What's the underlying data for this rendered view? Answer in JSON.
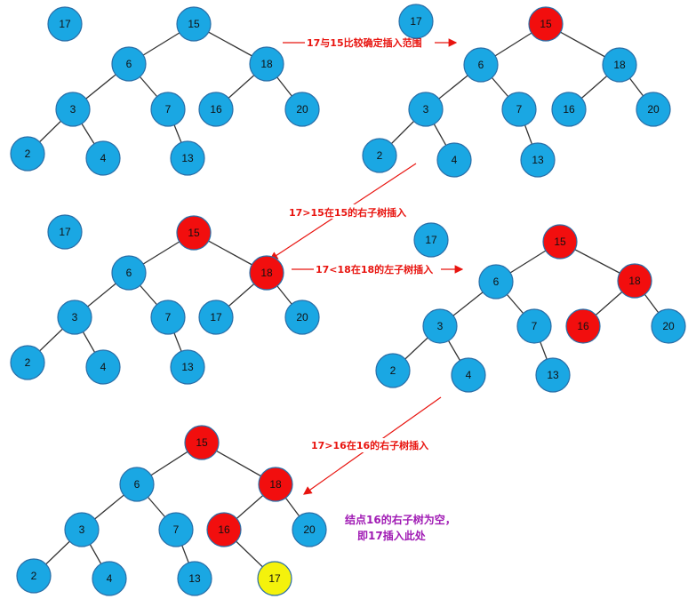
{
  "colors": {
    "node_default": "#1aa7e3",
    "node_visited": "#f20e0e",
    "node_inserted": "#f4f20c",
    "edge": "#333333",
    "caption": "#e8140f",
    "note": "#a01bb4"
  },
  "steps": [
    {
      "id": "step-1",
      "pending": "17",
      "nodes": [
        "15",
        "6",
        "18",
        "3",
        "7",
        "16",
        "20",
        "2",
        "4",
        "13"
      ],
      "visited": [],
      "inserted": []
    },
    {
      "id": "step-2",
      "pending": "17",
      "nodes": [
        "15",
        "6",
        "18",
        "3",
        "7",
        "16",
        "20",
        "2",
        "4",
        "13"
      ],
      "visited": [
        "15"
      ],
      "inserted": []
    },
    {
      "id": "step-3",
      "pending": "17",
      "nodes": [
        "15",
        "6",
        "18",
        "3",
        "7",
        "17",
        "20",
        "2",
        "4",
        "13"
      ],
      "visited": [
        "15",
        "18"
      ],
      "inserted": []
    },
    {
      "id": "step-4",
      "pending": "17",
      "nodes": [
        "15",
        "6",
        "18",
        "3",
        "7",
        "16",
        "20",
        "2",
        "4",
        "13"
      ],
      "visited": [
        "15",
        "18",
        "16"
      ],
      "inserted": []
    },
    {
      "id": "step-5",
      "pending": "",
      "nodes": [
        "15",
        "6",
        "18",
        "3",
        "7",
        "16",
        "20",
        "2",
        "4",
        "13",
        "17"
      ],
      "visited": [
        "15",
        "18",
        "16"
      ],
      "inserted": [
        "17"
      ]
    }
  ],
  "captions": {
    "compare_root": "17与15比较确定插入范围",
    "go_right_15": "17>15在15的右子树插入",
    "go_left_18": "17<18在18的左子树插入",
    "go_right_16": "17>16在16的右子树插入"
  },
  "note": {
    "line1": "结点16的右子树为空，",
    "line2": "即17插入此处"
  }
}
